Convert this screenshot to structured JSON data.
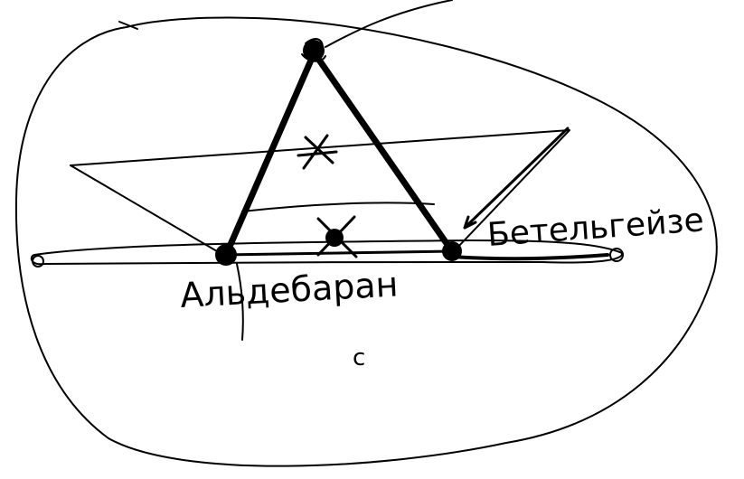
{
  "labels": {
    "left_star": "Альдебаран",
    "right_star": "Бетельгейзе",
    "bottom_mark": "с"
  },
  "colors": {
    "ink": "#000000",
    "paper": "#ffffff"
  }
}
